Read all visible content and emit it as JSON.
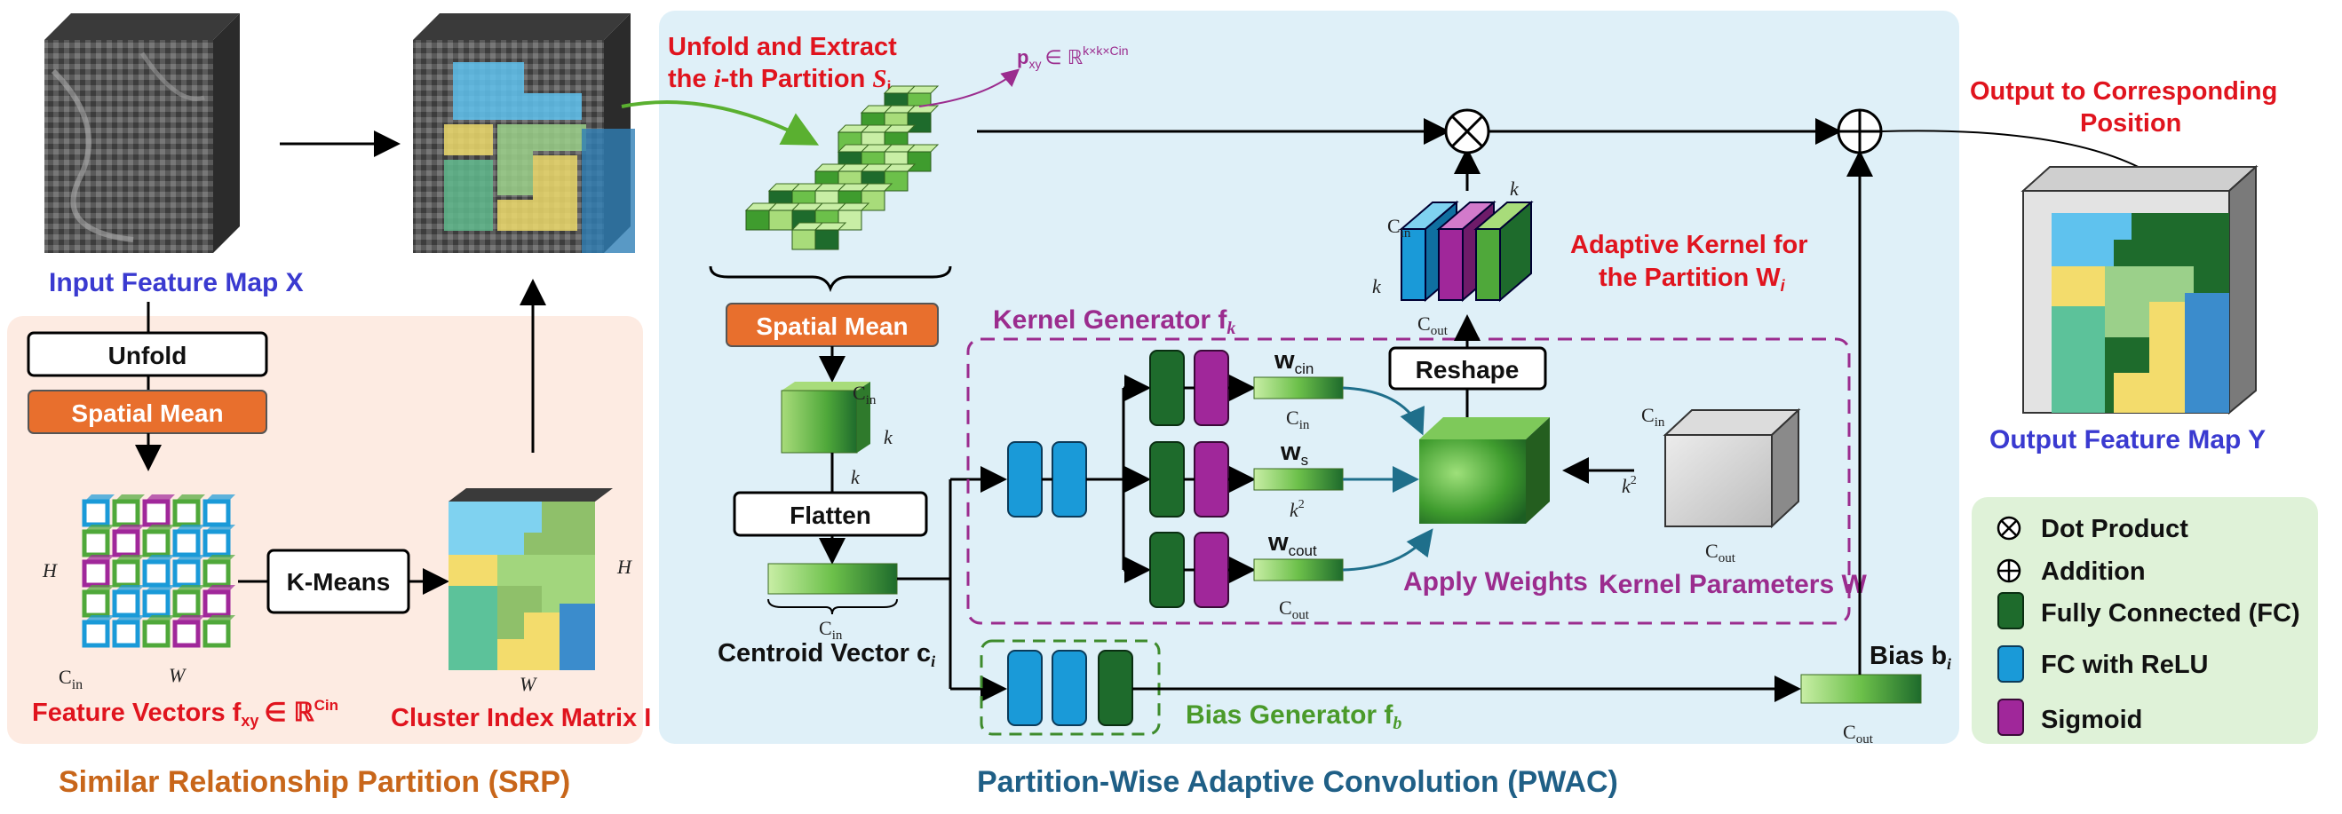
{
  "srp": {
    "input_label": "Input Feature Map X",
    "unfold": "Unfold",
    "spatial_mean": "Spatial Mean",
    "kmeans": "K-Means",
    "feature_vectors": "Feature Vectors f",
    "feature_vectors_sub": "xy",
    "feature_vectors_set": "∈ ℝ",
    "feature_vectors_sup": "Cin",
    "cluster_matrix": "Cluster Index Matrix I",
    "dim_h": "H",
    "dim_w": "W",
    "dim_cin": "C",
    "dim_cin_sub": "in",
    "title": "Similar Relationship Partition (SRP)"
  },
  "pwac": {
    "unfold_extract_line1": "Unfold and Extract",
    "unfold_extract_line2_pre": "the ",
    "unfold_extract_line2_i": "i",
    "unfold_extract_line2_post": "-th Partition ",
    "unfold_extract_s": "S",
    "unfold_extract_s_sub": "i",
    "pxy": "p",
    "pxy_sub": "xy",
    "pxy_set": "∈ ℝ",
    "pxy_sup": "k×k×Cin",
    "spatial_mean": "Spatial Mean",
    "flatten": "Flatten",
    "centroid": "Centroid Vector c",
    "centroid_sub": "i",
    "kernel_generator": "Kernel Generator f",
    "kernel_generator_sub": "k",
    "bias_generator": "Bias Generator f",
    "bias_generator_sub": "b",
    "w_cin": "w",
    "w_cin_sub": "cin",
    "w_s": "w",
    "w_s_sub": "s",
    "w_cout": "w",
    "w_cout_sub": "cout",
    "cin": "C",
    "cin_sub": "in",
    "cout": "C",
    "cout_sub": "out",
    "k": "k",
    "k2": "k",
    "k2_sup": "2",
    "reshape": "Reshape",
    "apply_weights": "Apply Weights",
    "kernel_params": "Kernel Parameters W",
    "adaptive_kernel_line1": "Adaptive Kernel for",
    "adaptive_kernel_line2": "the Partition W",
    "adaptive_kernel_sub": "i",
    "bias": "Bias b",
    "bias_sub": "i",
    "output_line1": "Output to Corresponding",
    "output_line2": "Position",
    "output_label": "Output Feature Map Y",
    "title": "Partition-Wise Adaptive Convolution (PWAC)"
  },
  "legend": {
    "dot_product": "Dot Product",
    "addition": "Addition",
    "fc": "Fully Connected (FC)",
    "fc_relu": "FC with ReLU",
    "sigmoid": "Sigmoid"
  },
  "colors": {
    "fc": "#1e6b2c",
    "fc_relu": "#1a9ad8",
    "sigmoid": "#a0279a",
    "spatial_mean": "#e86f2d",
    "srp_bg": "#fdebe2",
    "pwac_bg": "#dff0f8",
    "legend_bg": "#dff2d8"
  }
}
